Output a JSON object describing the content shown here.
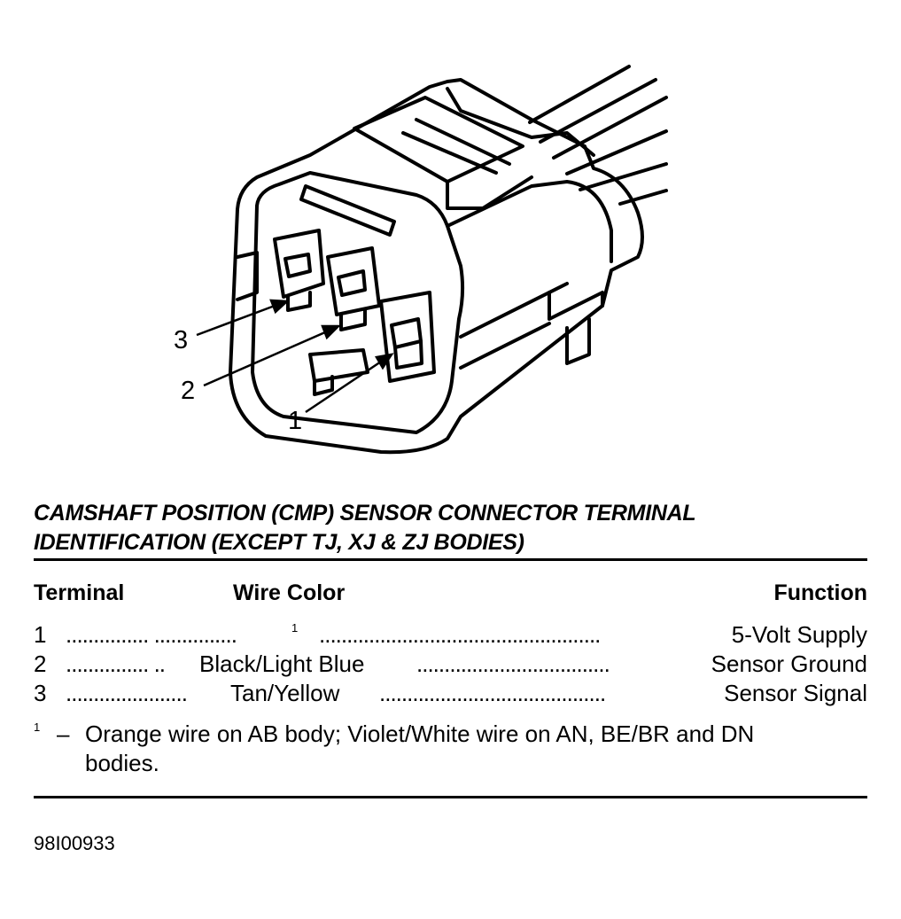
{
  "callouts": [
    "3",
    "2",
    "1"
  ],
  "title": {
    "line1": "CAMSHAFT POSITION (CMP) SENSOR CONNECTOR TERMINAL",
    "line2": "IDENTIFICATION (EXCEPT TJ, XJ & ZJ BODIES)"
  },
  "table": {
    "headers": {
      "terminal": "Terminal",
      "wire_color": "Wire Color",
      "function": "Function"
    },
    "rows": [
      {
        "terminal": "1",
        "wire_color": "1",
        "function": "5-Volt Supply"
      },
      {
        "terminal": "2",
        "wire_color": "Black/Light Blue",
        "function": "Sensor Ground"
      },
      {
        "terminal": "3",
        "wire_color": "Tan/Yellow",
        "function": "Sensor Signal"
      }
    ]
  },
  "footnote": {
    "marker": "1",
    "dash": "–",
    "line1": "Orange wire on AB body; Violet/White wire on AN, BE/BR and DN",
    "line2": "bodies."
  },
  "figure_id": "98I00933"
}
